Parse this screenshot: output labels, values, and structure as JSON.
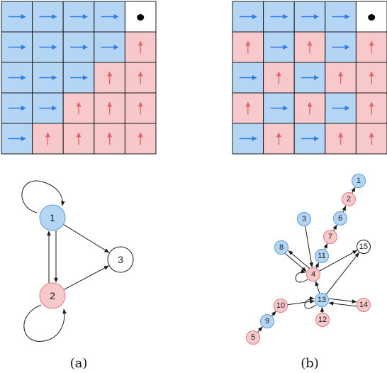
{
  "colors": {
    "blue_fill": "#b5d5f5",
    "blue_stroke": "#5b9bd5",
    "red_fill": "#f8c9cb",
    "red_stroke": "#e07a80",
    "white_fill": "#ffffff",
    "arrow_blue": "#2f7de1",
    "arrow_red": "#e2646c",
    "edge": "#1a1a1a"
  },
  "grid_a": [
    [
      "R",
      "R",
      "R",
      "R",
      "G"
    ],
    [
      "R",
      "R",
      "R",
      "R",
      "U"
    ],
    [
      "R",
      "R",
      "R",
      "U",
      "U"
    ],
    [
      "R",
      "R",
      "U",
      "U",
      "U"
    ],
    [
      "R",
      "U",
      "U",
      "U",
      "U"
    ]
  ],
  "grid_b": [
    [
      "R",
      "R",
      "R",
      "R",
      "G"
    ],
    [
      "U",
      "R",
      "U",
      "R",
      "U"
    ],
    [
      "R",
      "U",
      "R",
      "U",
      "U"
    ],
    [
      "U",
      "R",
      "U",
      "R",
      "U"
    ],
    [
      "R",
      "U",
      "R",
      "U",
      "U"
    ]
  ],
  "graph_a": {
    "nodes": [
      {
        "id": "1",
        "label": "1",
        "color": "blue"
      },
      {
        "id": "2",
        "label": "2",
        "color": "red"
      },
      {
        "id": "3",
        "label": "3",
        "color": "white"
      }
    ],
    "edges": [
      [
        "1",
        "1"
      ],
      [
        "2",
        "2"
      ],
      [
        "1",
        "2"
      ],
      [
        "2",
        "1"
      ],
      [
        "1",
        "3"
      ],
      [
        "2",
        "3"
      ]
    ]
  },
  "graph_b": {
    "nodes": [
      {
        "id": "1",
        "label": "1",
        "color": "blue"
      },
      {
        "id": "2",
        "label": "2",
        "color": "red"
      },
      {
        "id": "3",
        "label": "3",
        "color": "blue"
      },
      {
        "id": "4",
        "label": "4",
        "color": "red"
      },
      {
        "id": "5",
        "label": "5",
        "color": "red"
      },
      {
        "id": "6",
        "label": "6",
        "color": "blue"
      },
      {
        "id": "7",
        "label": "7",
        "color": "red"
      },
      {
        "id": "8",
        "label": "8",
        "color": "blue"
      },
      {
        "id": "9",
        "label": "9",
        "color": "blue"
      },
      {
        "id": "10",
        "label": "10",
        "color": "red"
      },
      {
        "id": "11",
        "label": "11",
        "color": "blue"
      },
      {
        "id": "12",
        "label": "12",
        "color": "red"
      },
      {
        "id": "13",
        "label": "13",
        "color": "blue"
      },
      {
        "id": "14",
        "label": "14",
        "color": "red"
      },
      {
        "id": "15",
        "label": "15",
        "color": "white"
      }
    ],
    "edges": [
      [
        "2",
        "1"
      ],
      [
        "6",
        "2"
      ],
      [
        "7",
        "6"
      ],
      [
        "11",
        "7"
      ],
      [
        "4",
        "11"
      ],
      [
        "3",
        "4"
      ],
      [
        "8",
        "4"
      ],
      [
        "4",
        "8"
      ],
      [
        "4",
        "4"
      ],
      [
        "4",
        "15"
      ],
      [
        "13",
        "4"
      ],
      [
        "13",
        "15"
      ],
      [
        "13",
        "13"
      ],
      [
        "13",
        "14"
      ],
      [
        "14",
        "13"
      ],
      [
        "12",
        "13"
      ],
      [
        "10",
        "13"
      ],
      [
        "9",
        "10"
      ],
      [
        "5",
        "9"
      ]
    ]
  },
  "captions": {
    "a": "(a)",
    "b": "(b)"
  }
}
